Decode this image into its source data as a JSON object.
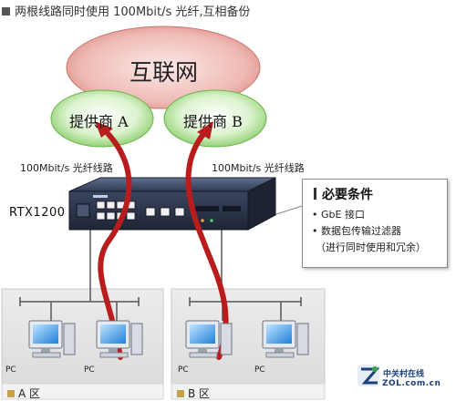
{
  "title": "两根线路同时使用 100Mbit/s 光纤,互相备份",
  "cloud": {
    "label": "互联网"
  },
  "providers": [
    {
      "label": "提供商 A"
    },
    {
      "label": "提供商 B"
    }
  ],
  "lines": [
    {
      "label": "100Mbit/s 光纤线路"
    },
    {
      "label": "100Mbit/s 光纤线路"
    }
  ],
  "router": {
    "label": "RTX1200"
  },
  "callout": {
    "heading": "必要条件",
    "items": [
      {
        "label": "GbE 接口"
      },
      {
        "label": "数据包传输过滤器"
      },
      {
        "label": "（进行同时使用和冗余）"
      }
    ]
  },
  "zones": [
    {
      "label": "A 区",
      "pcs": [
        {
          "label": "PC"
        },
        {
          "label": "PC"
        }
      ]
    },
    {
      "label": "B 区",
      "pcs": [
        {
          "label": "PC"
        },
        {
          "label": "PC"
        }
      ]
    }
  ],
  "watermark": {
    "line1": "中关村在线",
    "line2": "ZOL.com.cn"
  },
  "colors": {
    "cloud": "#e9a6a0",
    "provider": "#8fd071",
    "arrow": "#b81c1c",
    "router": "#2d3548",
    "zone_bg": "#e4e4e4"
  }
}
